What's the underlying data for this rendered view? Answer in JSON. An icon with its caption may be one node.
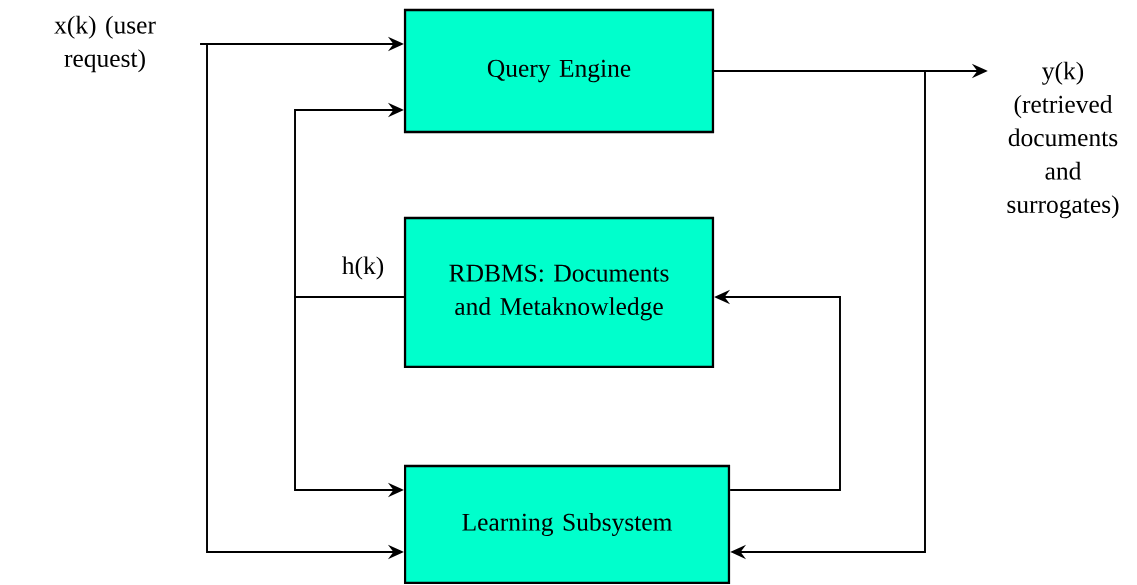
{
  "diagram": {
    "nodes": [
      {
        "text": [
          "x(k) (user request)"
        ]
      },
      {
        "text": [
          "Query Engine"
        ]
      },
      {
        "text": [
          "RDBMS: Documents and Metaknowledge"
        ]
      },
      {
        "text": [
          "Learning Subsystem"
        ]
      },
      {
        "text": [
          "y(k) (retrieved documents and surrogates)"
        ]
      }
    ],
    "edges": [
      {
        "from": 0,
        "to": 1,
        "arrow": "to"
      },
      {
        "from": 0,
        "to": 3,
        "arrow": "to"
      },
      {
        "from": 1,
        "to": 4,
        "arrow": "to"
      },
      {
        "from": 1,
        "to": 3,
        "arrow": "to"
      },
      {
        "from": 2,
        "to": 1,
        "arrow": "to",
        "label": "h(k)"
      },
      {
        "from": 2,
        "to": 3,
        "arrow": "to"
      },
      {
        "from": 3,
        "to": 2,
        "arrow": "to"
      }
    ]
  }
}
